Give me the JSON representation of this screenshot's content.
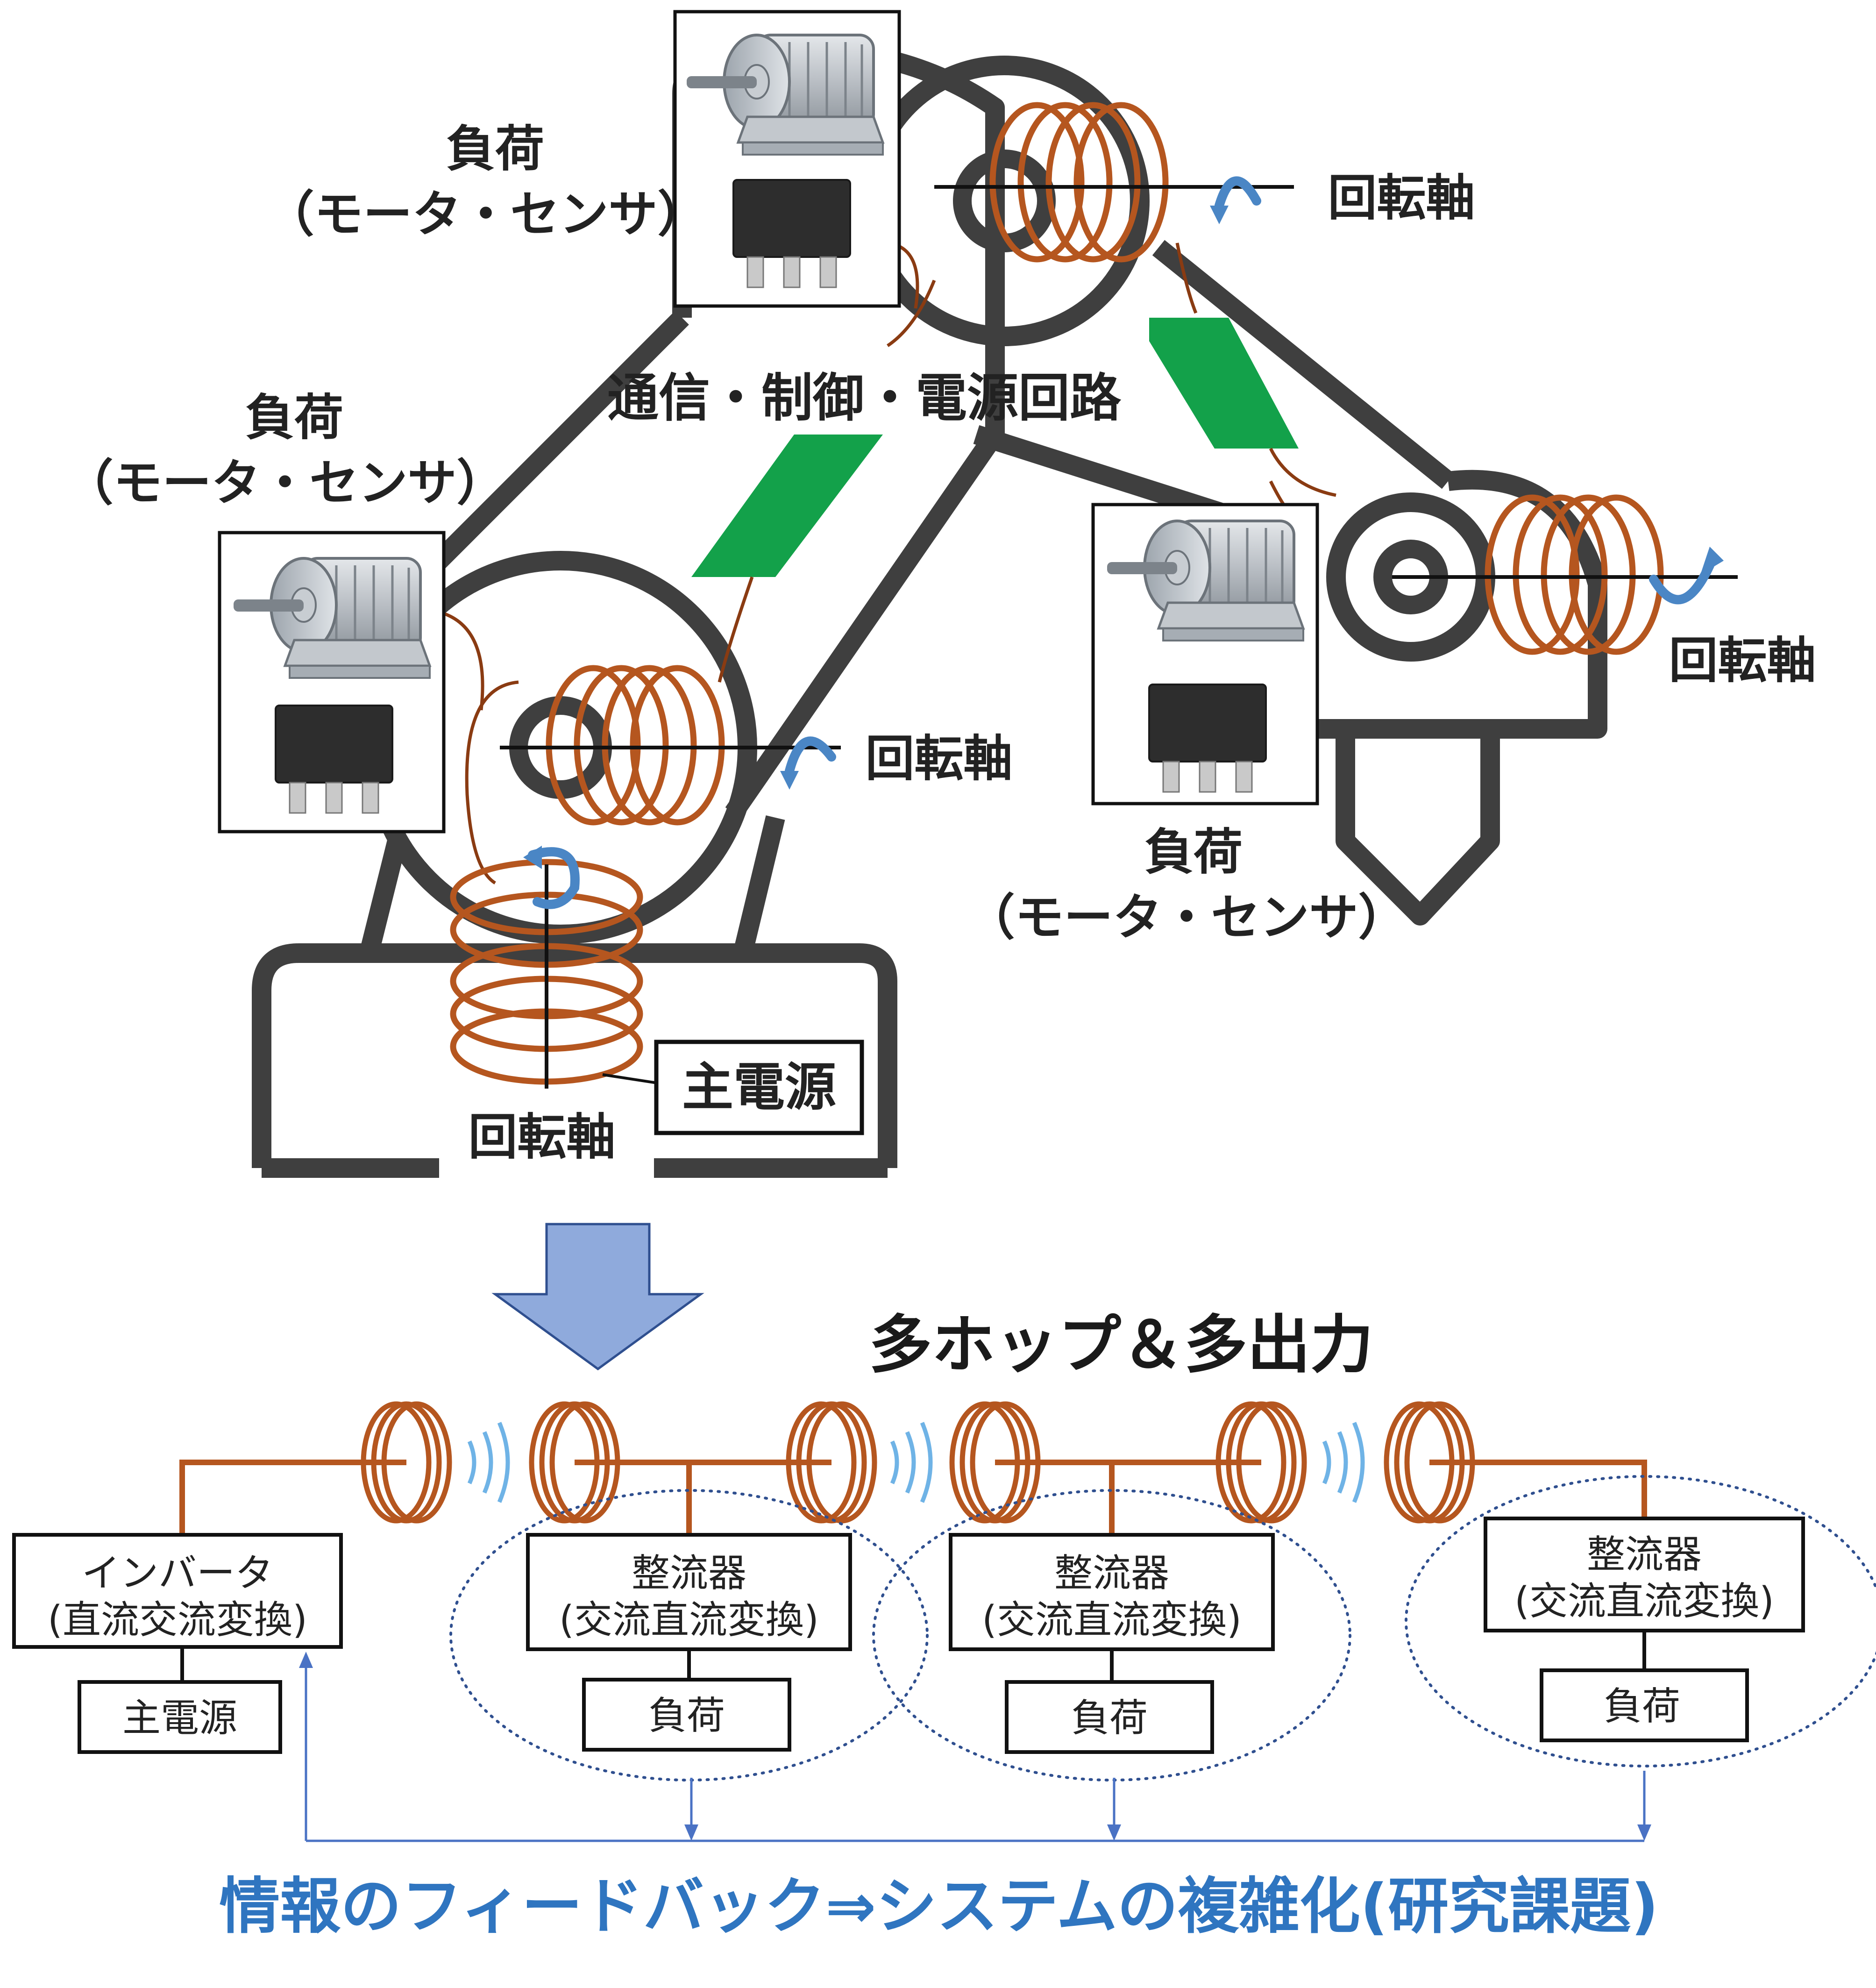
{
  "colors": {
    "frame": "#3f3f3f",
    "coil": "#b5561f",
    "pcb": "#13a14a",
    "rotation_arrow": "#4a86c5",
    "feedback_text": "#2f75c0",
    "down_arrow": "#8faadc",
    "dotted_ellipse": "#2f4f8f",
    "wave": "#6fb3e6"
  },
  "upper_diagram": {
    "load_label_line1": "負荷",
    "load_label_line2": "（モータ・センサ）",
    "circuit_label": "通信・制御・電源回路",
    "axis_label": "回転軸",
    "main_power_label": "主電源",
    "icons": [
      "motor-icon",
      "sensor-chip-icon",
      "coil-icon",
      "pcb-icon",
      "rotation-arrow-icon"
    ]
  },
  "lower_diagram": {
    "heading": "多ホップ＆多出力",
    "inverter_line1": "インバータ",
    "inverter_line2": "(直流交流変換)",
    "main_power": "主電源",
    "rectifier_line1": "整流器",
    "rectifier_line2": "(交流直流変換)",
    "load": "負荷",
    "feedback_caption": "情報のフィードバック⇒システムの複雑化(研究課題)"
  }
}
